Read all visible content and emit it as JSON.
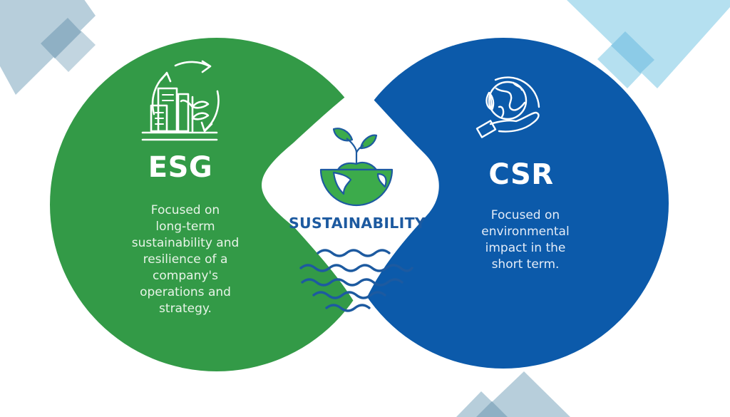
{
  "colors": {
    "esg_green": "#339A47",
    "csr_blue": "#0C5AAA",
    "center_text": "#1D5AA0",
    "leaf_green": "#3CAB4B",
    "deco_steel": "#9BB7C9",
    "deco_sky": "#9AD3EC"
  },
  "esg": {
    "title": "ESG",
    "description": "Focused on\nlong-term\nsustainability and\nresilience of a\ncompany's\noperations and\nstrategy.",
    "icon": "building-plant-cycle-icon"
  },
  "csr": {
    "title": "CSR",
    "description": "Focused on\nenvironmental\nimpact in the\nshort term.",
    "icon": "hand-holding-globe-icon"
  },
  "center": {
    "label": "SUSTAINABILITY",
    "icon": "sprout-globe-icon",
    "waves_icon": "water-waves-icon"
  }
}
